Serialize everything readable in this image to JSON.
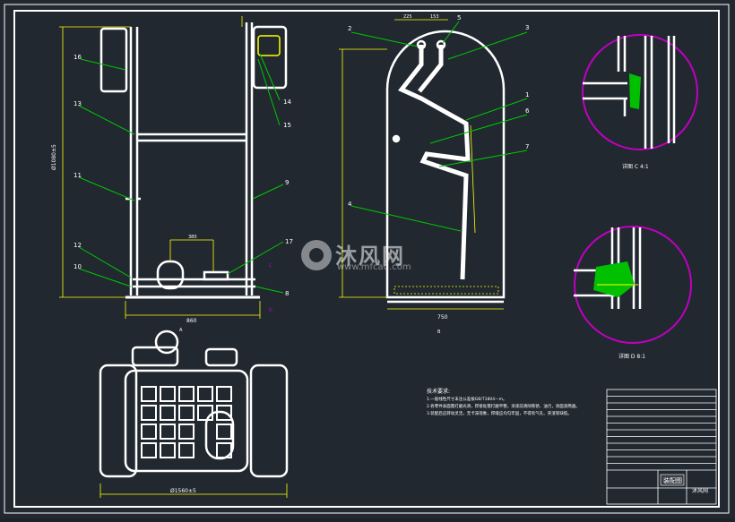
{
  "watermark": {
    "cn": "沐风网",
    "url": "www.mfcad.com"
  },
  "front_view": {
    "parts": [
      "16",
      "13",
      "11",
      "12",
      "10"
    ],
    "parts_right": [
      "14",
      "15",
      "9",
      "17",
      "8"
    ],
    "dim_height": "Ø1080±5",
    "dim_width": "860",
    "dim_inner": "380",
    "caption": "A"
  },
  "side_view": {
    "parts": [
      "2",
      "5",
      "3",
      "1",
      "6",
      "7",
      "4"
    ],
    "dim_width": "750",
    "dim_top_a": "225",
    "dim_top_b": "153",
    "caption": "B"
  },
  "plan_view": {
    "dim_width": "Ø1560±5"
  },
  "detail_c": {
    "caption": "详图 C 4:1"
  },
  "detail_d": {
    "caption": "详图 D 8:1"
  },
  "tech_notes": {
    "title": "技术要求:",
    "lines": [
      "1.一般线性尺寸未注公差按GB/T1804—m。",
      "2.各零件表面需打磨光滑，焊接处需打磨平整，涂漆前清除铁锈、油污，涂面漆两遍。",
      "3.装配后应转动灵活，无卡滞现象，焊缝应均匀牢固，不得有气孔、夹渣等缺陷。"
    ]
  },
  "title_block": {
    "main": "装配图",
    "sub": "沐风网"
  },
  "colors": {
    "frame": "#ffffff",
    "dim": "#ffff00",
    "leader": "#00c800",
    "circle": "#c000c0",
    "hatch": "#00c000",
    "part": "#ffffff"
  }
}
